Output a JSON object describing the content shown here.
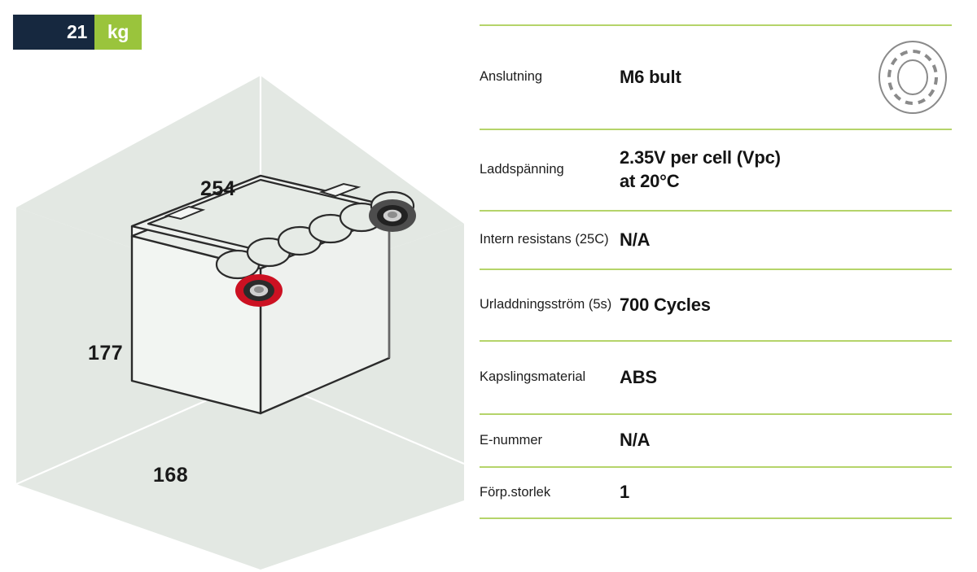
{
  "weight_badge": {
    "value": "21",
    "unit": "kg",
    "dark_color": "#16283f",
    "green_color": "#9ac43c"
  },
  "illustration": {
    "name": "isometric-battery-dimension-drawing",
    "dimensions": {
      "length_label": "254",
      "height_label": "177",
      "depth_label": "168",
      "unit": "mm"
    },
    "backdrop_color": "#e3e8e3",
    "terminal_positive_color": "#cc1122",
    "terminal_negative_color": "#4d4d4d",
    "cell_cap_count": 6,
    "outline_color": "#1a1a1a"
  },
  "spec_table": {
    "divider_color": "#b5d46a",
    "rows": [
      {
        "label": "Anslutning",
        "value": "M6 bult",
        "icon": "bolt-terminal-icon",
        "height_class": "r-h128"
      },
      {
        "label": "Laddspänning",
        "value": "2.35V per cell (Vpc)\nat 20°C",
        "icon": null,
        "height_class": "r-h100"
      },
      {
        "label": "Intern resistans (25C)",
        "value": "N/A",
        "icon": null,
        "height_class": "r-h72"
      },
      {
        "label": "Urladdningsström (5s)",
        "value": "700 Cycles",
        "icon": null,
        "height_class": "r-h88"
      },
      {
        "label": "Kapslingsmaterial",
        "value": "ABS",
        "icon": null,
        "height_class": "r-h90"
      },
      {
        "label": "E-nummer",
        "value": "N/A",
        "icon": null,
        "height_class": "r-h65"
      },
      {
        "label": "Förp.storlek",
        "value": "1",
        "icon": null,
        "height_class": "r-h65"
      }
    ]
  }
}
